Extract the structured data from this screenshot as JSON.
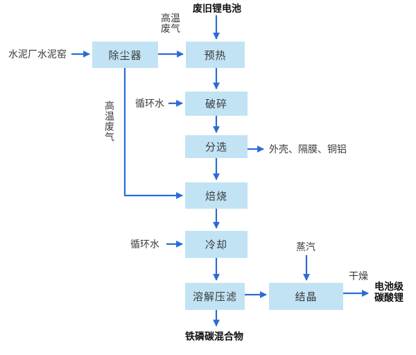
{
  "diagram": {
    "type": "flowchart",
    "subject": "waste-lithium-battery-recycling-process",
    "colors": {
      "node_fill": "#C1E3F4",
      "arrow": "#2A6BD4",
      "label_text": "#3A3A3A",
      "emphasis_text": "#111111"
    },
    "nodes": {
      "dust_collector": "除尘器",
      "preheat": "预热",
      "crush": "破碎",
      "sort": "分选",
      "roast": "焙烧",
      "cool": "冷却",
      "dissolve_filter": "溶解压滤",
      "crystallize": "结晶"
    },
    "labels": {
      "spent_battery": "废旧锂电池",
      "cement_kiln": "水泥厂水泥窑",
      "hot_exhaust_top": "高温废气",
      "hot_exhaust_side": "高温废气",
      "circulating_water_crush": "循环水",
      "circulating_water_cool": "循环水",
      "sorting_outputs": "外壳、隔膜、铜铝",
      "steam": "蒸汽",
      "drying": "干燥",
      "battery_grade_lithium_carbonate": "电池级碳酸锂",
      "iron_phosphorus_carbon_mix": "铁磷碳混合物"
    }
  }
}
